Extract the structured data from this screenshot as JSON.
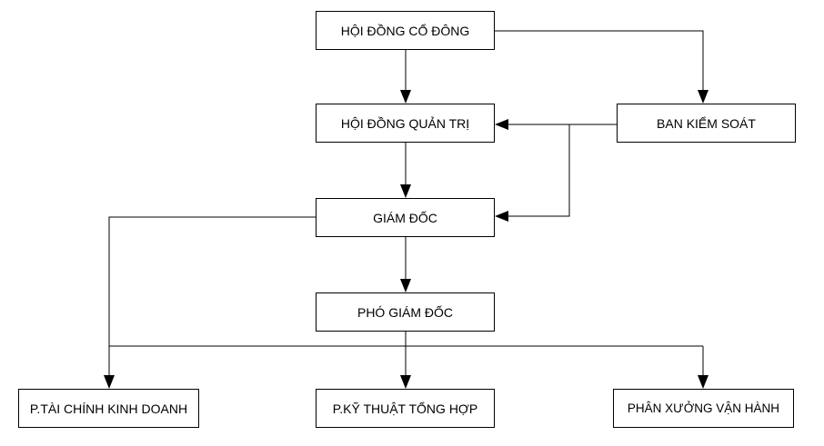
{
  "org_chart": {
    "shareholders": "HỘI ĐỒNG CỔ ĐÔNG",
    "board": "HỘI ĐỒNG QUẢN TRỊ",
    "supervisory": "BAN KIỂM SOÁT",
    "director": "GIÁM ĐỐC",
    "deputy_director": "PHÓ GIÁM ĐỐC",
    "finance_dept": "P.TÀI CHÍNH KINH DOANH",
    "technical_dept": "P.KỸ THUẬT TỔNG HỢP",
    "operations_workshop": "PHÂN XƯỞNG VẬN HÀNH"
  }
}
